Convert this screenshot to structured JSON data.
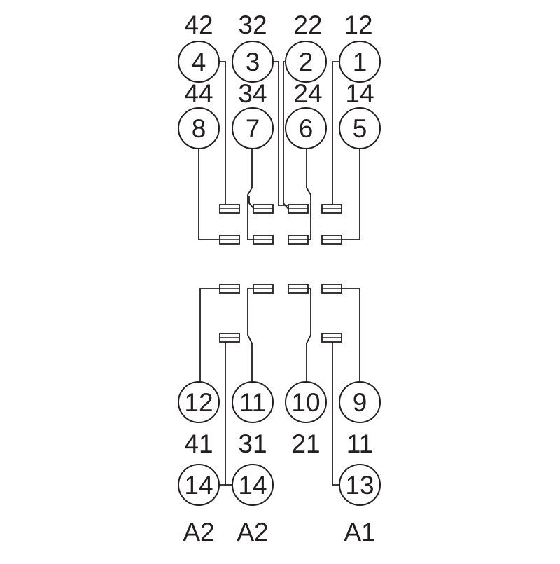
{
  "diagram": {
    "top_labels": [
      "42",
      "32",
      "22",
      "12"
    ],
    "top_row1": [
      "4",
      "3",
      "2",
      "1"
    ],
    "mid_labels": [
      "44",
      "34",
      "24",
      "14"
    ],
    "top_row2": [
      "8",
      "7",
      "6",
      "5"
    ],
    "bottom_row1": [
      "12",
      "11",
      "10",
      "9"
    ],
    "bottom_labels": [
      "41",
      "31",
      "21",
      "11"
    ],
    "coil_terms": [
      "14",
      "14",
      "13"
    ],
    "coil_labels": [
      "A2",
      "A2",
      "A1"
    ]
  }
}
